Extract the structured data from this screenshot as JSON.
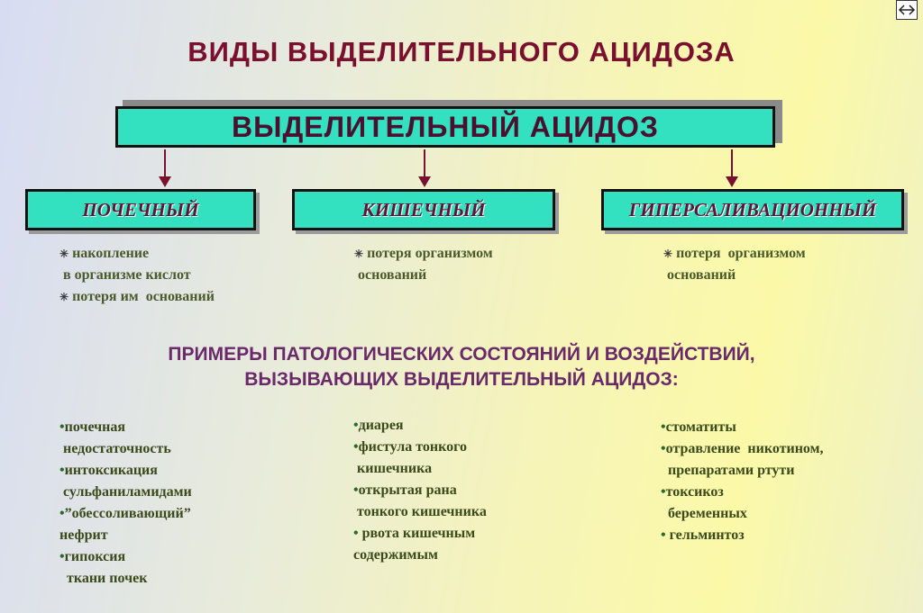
{
  "title": "ВИДЫ  ВЫДЕЛИТЕЛЬНОГО  АЦИДОЗА",
  "main_box": "ВЫДЕЛИТЕЛЬНЫЙ   АЦИДОЗ",
  "categories": [
    {
      "label": "ПОЧЕЧНЫЙ",
      "desc": [
        "накопление",
        " в организме кислот",
        "потеря им  оснований"
      ]
    },
    {
      "label": "КИШЕЧНЫЙ",
      "desc": [
        "потеря организмом",
        " оснований"
      ]
    },
    {
      "label": "ГИПЕРСАЛИВАЦИОННЫЙ",
      "desc": [
        "потеря  организмом",
        " оснований"
      ]
    }
  ],
  "subtitle": {
    "line1": "ПРИМЕРЫ ПАТОЛОГИЧЕСКИХ СОСТОЯНИЙ И ВОЗДЕЙСТВИЙ,",
    "line2": "ВЫЗЫВАЮЩИХ ВЫДЕЛИТЕЛЬНЫЙ АЦИДОЗ:"
  },
  "examples": {
    "col1": [
      "почечная",
      " недостаточность",
      "интоксикация",
      " сульфаниламидами",
      "”обессоливающий”",
      "нефрит",
      "гипоксия",
      "  ткани почек"
    ],
    "col2": [
      "диарея",
      "фистула тонкого",
      " кишечника",
      "открытая рана",
      " тонкого кишечника",
      " рвота кишечным",
      "содержимым"
    ],
    "col3": [
      "стоматиты",
      "отравление  никотином,",
      "  препаратами ртути",
      "токсикоз",
      "  беременных",
      " гельминтоз"
    ]
  },
  "bullet_glyph": "•",
  "star_glyph": "✳",
  "colors": {
    "title": "#7a0f2e",
    "box_fill": "#33e0c0",
    "arrow": "#7a1030",
    "subtitle": "#6a2a6a"
  }
}
